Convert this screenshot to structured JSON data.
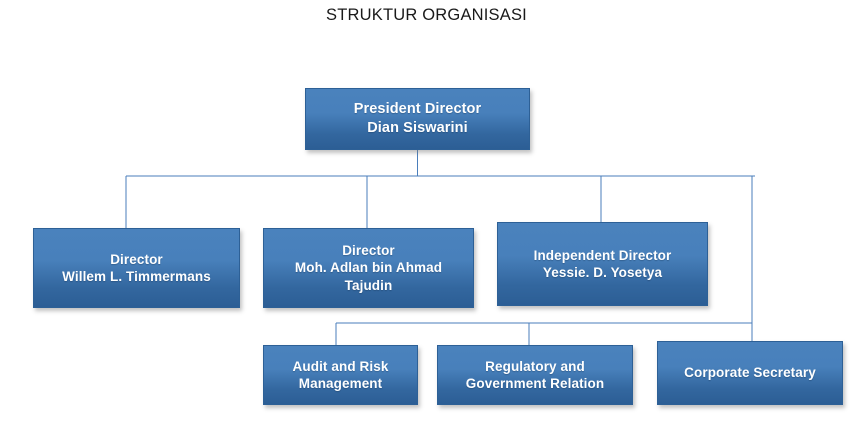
{
  "page": {
    "title": "STRUKTUR ORGANISASI",
    "background_color": "#ffffff",
    "box_fill_top": "#4a82bd",
    "box_fill_bottom": "#2c5e95",
    "box_border_color": "#2d6096",
    "connector_color": "#4a7ebb",
    "text_color": "#ffffff",
    "title_color": "#1a1a1a"
  },
  "chart_data": {
    "type": "diagram",
    "diagram_kind": "organizational-chart",
    "title": "STRUKTUR ORGANISASI",
    "nodes": [
      {
        "id": "president",
        "level": 1,
        "role": "President Director",
        "person": "Dian Siswarini",
        "label": "President Director\nDian Siswarini"
      },
      {
        "id": "director-1",
        "level": 2,
        "role": "Director",
        "person": "Willem L. Timmermans",
        "label": "Director\nWillem L. Timmermans"
      },
      {
        "id": "director-2",
        "level": 2,
        "role": "Director",
        "person": "Moh. Adlan bin Ahmad Tajudin",
        "label": "Director\nMoh. Adlan bin Ahmad\nTajudin"
      },
      {
        "id": "independent-director",
        "level": 2,
        "role": "Independent Director",
        "person": "Yessie.  D. Yosetya",
        "label": "Independent Director\nYessie.  D. Yosetya"
      },
      {
        "id": "audit-risk",
        "level": 3,
        "role": "Audit and Risk Management",
        "person": "",
        "label": "Audit and Risk\nManagement"
      },
      {
        "id": "regulatory-government",
        "level": 3,
        "role": "Regulatory and Government Relation",
        "person": "",
        "label": "Regulatory and\nGovernment Relation"
      },
      {
        "id": "corporate-secretary",
        "level": 3,
        "role": "Corporate Secretary",
        "person": "",
        "label": "Corporate Secretary"
      }
    ],
    "edges": [
      {
        "from": "president",
        "to": "director-1"
      },
      {
        "from": "president",
        "to": "director-2"
      },
      {
        "from": "president",
        "to": "independent-director"
      },
      {
        "from": "president",
        "to": "corporate-secretary"
      },
      {
        "from": "independent-director",
        "to": "audit-risk"
      },
      {
        "from": "independent-director",
        "to": "regulatory-government"
      }
    ]
  }
}
